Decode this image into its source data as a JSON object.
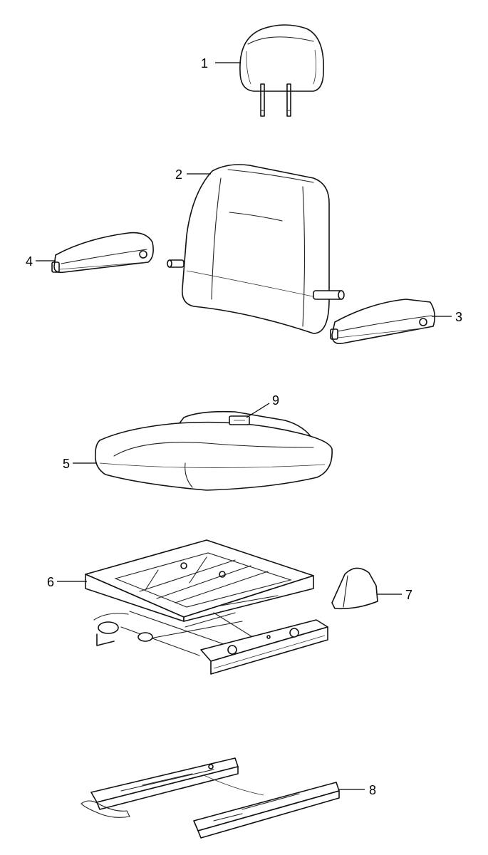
{
  "callouts": [
    {
      "id": "1",
      "part": "headrest"
    },
    {
      "id": "2",
      "part": "backrest"
    },
    {
      "id": "3",
      "part": "armrest-right"
    },
    {
      "id": "4",
      "part": "armrest-left"
    },
    {
      "id": "5",
      "part": "seat-cushion"
    },
    {
      "id": "6",
      "part": "suspension-frame"
    },
    {
      "id": "7",
      "part": "frame-cover"
    },
    {
      "id": "8",
      "part": "seat-rails"
    },
    {
      "id": "9",
      "part": "adjuster-switch"
    }
  ]
}
